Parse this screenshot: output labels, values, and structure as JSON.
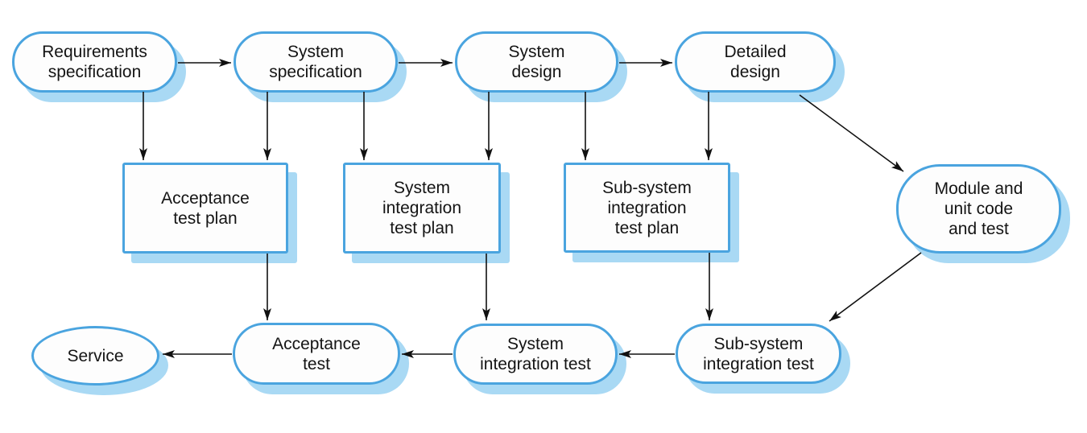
{
  "colors": {
    "node_border": "#4aa4df",
    "node_shadow": "#a9d9f4",
    "node_fill": "#fdfdfd",
    "arrow": "#111111",
    "text": "#141414"
  },
  "nodes": [
    {
      "id": "requirements-specification",
      "label": "Requirements\nspecification",
      "shape": "stadium"
    },
    {
      "id": "system-specification",
      "label": "System\nspecification",
      "shape": "stadium"
    },
    {
      "id": "system-design",
      "label": "System\ndesign",
      "shape": "stadium"
    },
    {
      "id": "detailed-design",
      "label": "Detailed\ndesign",
      "shape": "stadium"
    },
    {
      "id": "acceptance-test-plan",
      "label": "Acceptance\ntest plan",
      "shape": "rectangle"
    },
    {
      "id": "system-integration-test-plan",
      "label": "System\nintegration\ntest plan",
      "shape": "rectangle"
    },
    {
      "id": "subsystem-integration-test-plan",
      "label": "Sub-system\nintegration\ntest plan",
      "shape": "rectangle"
    },
    {
      "id": "module-and-unit-code-and-test",
      "label": "Module and\nunit code\nand test",
      "shape": "stadium"
    },
    {
      "id": "service",
      "label": "Service",
      "shape": "ellipse"
    },
    {
      "id": "acceptance-test",
      "label": "Acceptance\ntest",
      "shape": "stadium"
    },
    {
      "id": "system-integration-test",
      "label": "System\nintegration test",
      "shape": "stadium"
    },
    {
      "id": "subsystem-integration-test",
      "label": "Sub-system\nintegration test",
      "shape": "stadium"
    }
  ],
  "edges": [
    {
      "from": "requirements-specification",
      "to": "system-specification"
    },
    {
      "from": "system-specification",
      "to": "system-design"
    },
    {
      "from": "system-design",
      "to": "detailed-design"
    },
    {
      "from": "requirements-specification",
      "to": "acceptance-test-plan"
    },
    {
      "from": "system-specification",
      "to": "acceptance-test-plan"
    },
    {
      "from": "system-specification",
      "to": "system-integration-test-plan"
    },
    {
      "from": "system-design",
      "to": "system-integration-test-plan"
    },
    {
      "from": "system-design",
      "to": "subsystem-integration-test-plan"
    },
    {
      "from": "detailed-design",
      "to": "subsystem-integration-test-plan"
    },
    {
      "from": "detailed-design",
      "to": "module-and-unit-code-and-test"
    },
    {
      "from": "module-and-unit-code-and-test",
      "to": "subsystem-integration-test"
    },
    {
      "from": "acceptance-test-plan",
      "to": "acceptance-test"
    },
    {
      "from": "system-integration-test-plan",
      "to": "system-integration-test"
    },
    {
      "from": "subsystem-integration-test-plan",
      "to": "subsystem-integration-test"
    },
    {
      "from": "subsystem-integration-test",
      "to": "system-integration-test"
    },
    {
      "from": "system-integration-test",
      "to": "acceptance-test"
    },
    {
      "from": "acceptance-test",
      "to": "service"
    }
  ]
}
